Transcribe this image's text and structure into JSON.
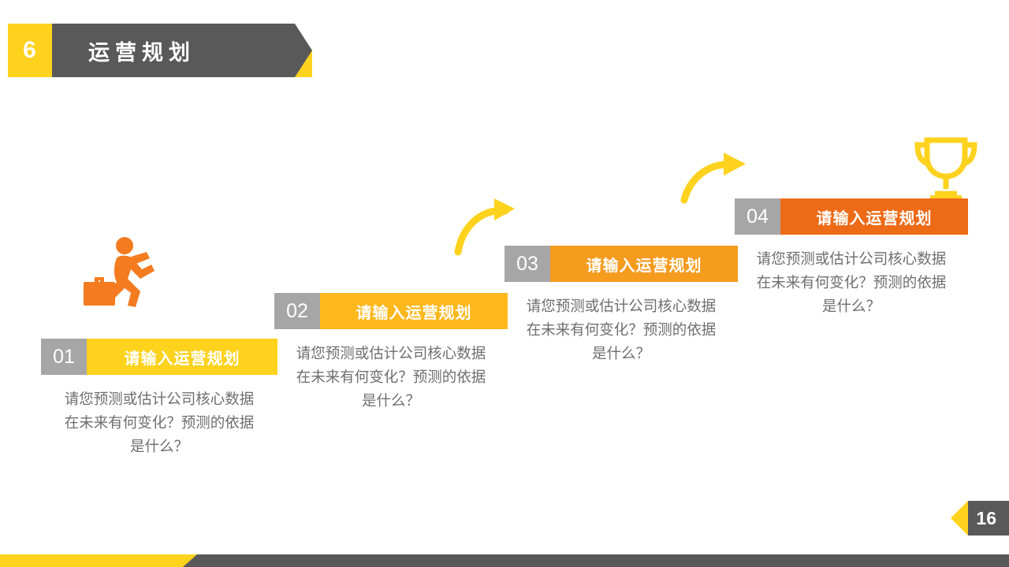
{
  "header": {
    "number": "6",
    "title": "运营规划"
  },
  "steps": [
    {
      "num": "01",
      "title": "请输入运营规划",
      "desc": "请您预测或估计公司核心数据在未来有何变化？预测的依据是什么？",
      "num_bg": "#A6A6A6",
      "title_bg": "#FFD21E"
    },
    {
      "num": "02",
      "title": "请输入运营规划",
      "desc": "请您预测或估计公司核心数据在未来有何变化？预测的依据是什么？",
      "num_bg": "#A6A6A6",
      "title_bg": "#FFB81C"
    },
    {
      "num": "03",
      "title": "请输入运营规划",
      "desc": "请您预测或估计公司核心数据在未来有何变化？预测的依据是什么？",
      "num_bg": "#A6A6A6",
      "title_bg": "#F59B1E"
    },
    {
      "num": "04",
      "title": "请输入运营规划",
      "desc": "请您预测或估计公司核心数据在未来有何变化？预测的依据是什么？",
      "num_bg": "#A6A6A6",
      "title_bg": "#ED6A16"
    }
  ],
  "icons": {
    "runner": "running-man-with-briefcase-icon",
    "trophy": "trophy-icon",
    "arrow_1": "curved-arrow-icon",
    "arrow_2": "curved-arrow-icon"
  },
  "colors": {
    "yellow": "#FFD21E",
    "gray": "#595959",
    "orange": "#ED6A16",
    "runner_orange": "#F47B20",
    "text_gray": "#6e6e6e"
  },
  "page": {
    "number": "16"
  }
}
